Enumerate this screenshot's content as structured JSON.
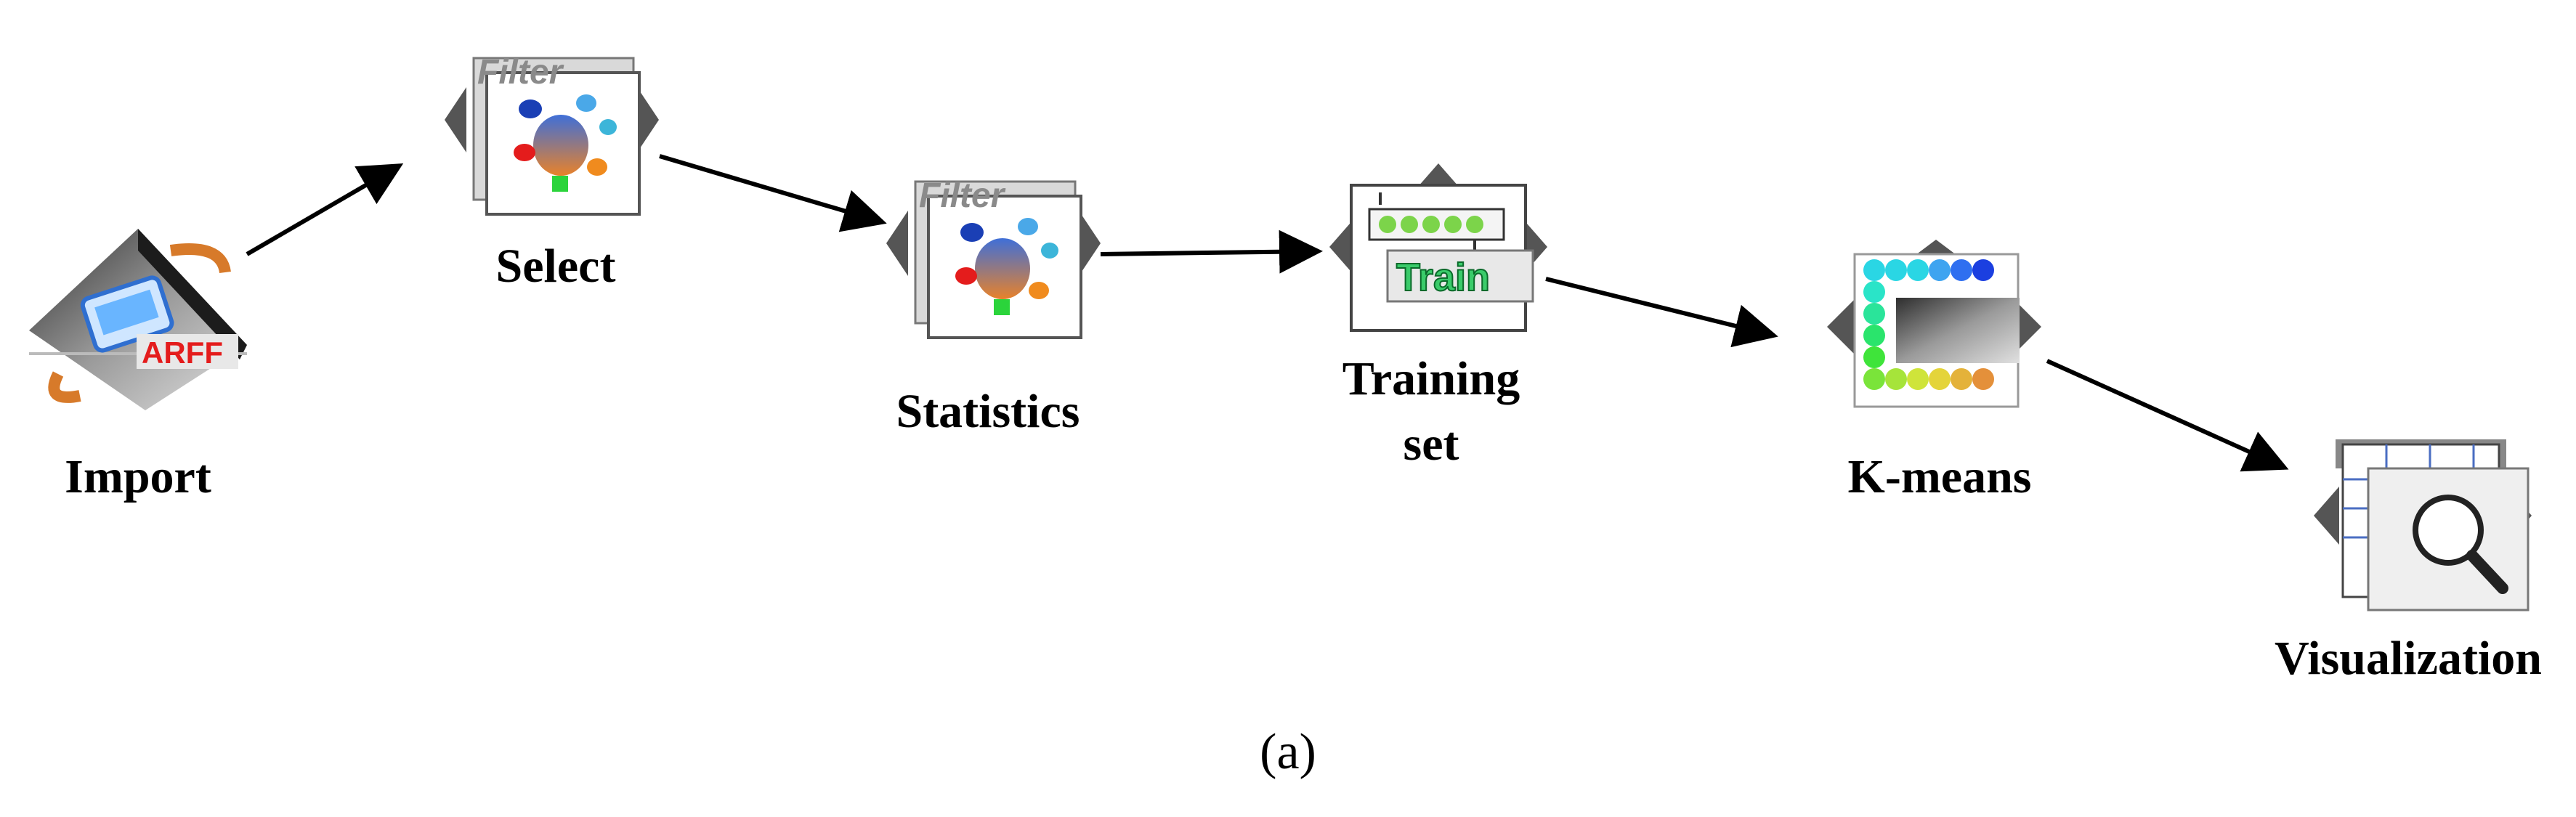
{
  "nodes": [
    {
      "label": "Import",
      "icon": "arff-loader-icon",
      "icon_text": "ARFF"
    },
    {
      "label": "Select",
      "icon": "filter-icon",
      "icon_text": "Filter"
    },
    {
      "label": "Statistics",
      "icon": "filter-icon",
      "icon_text": "Filter"
    },
    {
      "label_line1": "Training",
      "label_line2": "set",
      "icon": "train-icon",
      "icon_text": "Train"
    },
    {
      "label": "K-means",
      "icon": "clusterer-icon"
    },
    {
      "label": "Visualization",
      "icon": "visualizer-icon"
    }
  ],
  "edges": [
    {
      "from": "Import",
      "to": "Select"
    },
    {
      "from": "Select",
      "to": "Statistics"
    },
    {
      "from": "Statistics",
      "to": "Training set"
    },
    {
      "from": "Training set",
      "to": "K-means"
    },
    {
      "from": "K-means",
      "to": "Visualization"
    }
  ],
  "caption": "(a)",
  "colors": {
    "arrow": "#000000",
    "text": "#000000",
    "icon_gray": "#8a8a8a",
    "icon_dark": "#3a3a3a"
  }
}
